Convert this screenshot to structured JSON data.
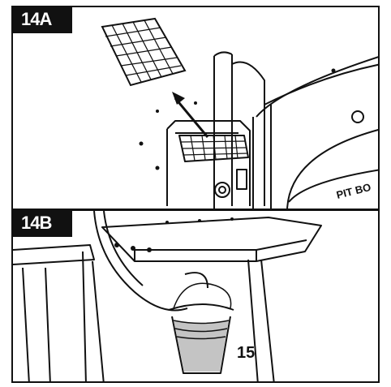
{
  "panels": [
    {
      "label": "14A"
    },
    {
      "label": "14B"
    }
  ],
  "grill_lettering": "PIT BO",
  "callouts": [
    {
      "number": "15"
    }
  ],
  "colors": {
    "ink": "#111111",
    "bucket": "#bdbdbd",
    "background": "#ffffff"
  }
}
